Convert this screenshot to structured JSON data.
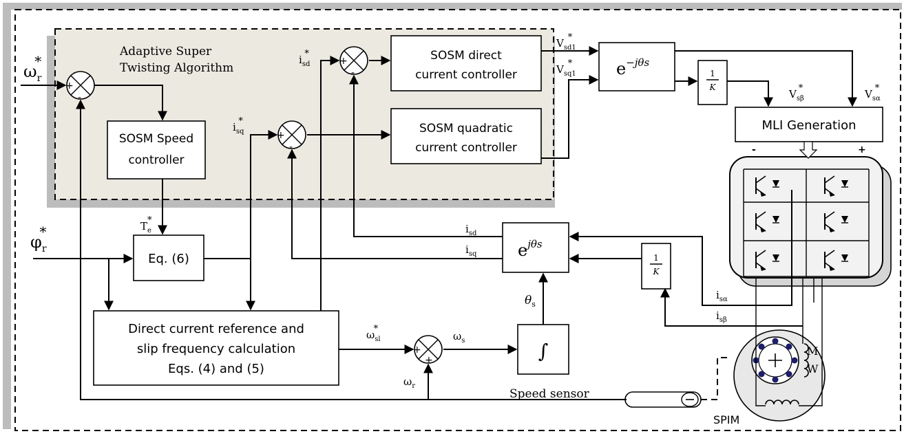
{
  "diagram": {
    "region_label_line1": "Adaptive  Super",
    "region_label_line2": "Twisting Algorithm",
    "blocks": {
      "speed_ctrl_line1": "SOSM Speed",
      "speed_ctrl_line2": "controller",
      "direct_ctrl_line1": "SOSM direct",
      "direct_ctrl_line2": "current controller",
      "quad_ctrl_line1": "SOSM quadratic",
      "quad_ctrl_line2": "current controller",
      "eq6": "Eq. (6)",
      "direct_ref_line1": "Direct current reference and",
      "direct_ref_line2": "slip frequency calculation",
      "direct_ref_line3": "Eqs. (4) and (5)",
      "integrator": "∫",
      "mli": "MLI Generation",
      "one_over_k": "1",
      "one_over_k_den": "K",
      "exp_inv": "e",
      "exp_inv_sup": "−jθs",
      "exp_fwd": "e",
      "exp_fwd_sup": "jθs"
    },
    "signals": {
      "omega_r_star": "ω",
      "omega_r_star_sub": "r",
      "phi_r_star": "φ",
      "phi_r_star_sub": "r",
      "te_star": "T",
      "te_star_sub": "e",
      "isd_star": "i",
      "isd_star_sub": "sd",
      "isq_star": "i",
      "isq_star_sub": "sq",
      "vsd1_star": "V",
      "vsd1_star_sub": "sd1",
      "vsq1_star": "V",
      "vsq1_star_sub": "sq1",
      "vsbeta_star": "V",
      "vsbeta_star_sub": "sβ",
      "vsalpha_star": "V",
      "vsalpha_star_sub": "sα",
      "isd": "i",
      "isd_sub": "sd",
      "isq": "i",
      "isq_sub": "sq",
      "isalpha": "i",
      "isalpha_sub": "sα",
      "isbeta": "i",
      "isbeta_sub": "sβ",
      "theta_s": "θ",
      "theta_s_sub": "s",
      "omega_sl_star": "ω",
      "omega_sl_star_sub": "sl",
      "omega_s": "ω",
      "omega_s_sub": "s",
      "omega_r_fb": "ω",
      "omega_r_fb_sub": "r",
      "star": "*"
    },
    "labels": {
      "speed_sensor": "Speed sensor",
      "spim": "SPIM",
      "m": "M",
      "w": "W",
      "minus": "-",
      "plus": "+"
    }
  }
}
